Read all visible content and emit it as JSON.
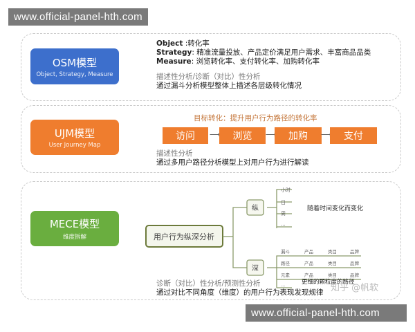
{
  "watermarks": {
    "top": "www.official-panel-hth.com",
    "bottom": "www.official-panel-hth.com",
    "zhihu": "知乎 @帆软"
  },
  "osm": {
    "title": "OSM模型",
    "subtitle": "Object, Strategy, Measure",
    "color": "#3d6fcc",
    "object_label": "Object",
    "object_value": ":转化率",
    "strategy_label": "Strategy",
    "strategy_value": ":  精准流量投放、产品定价满足用户需求、丰富商品品类",
    "measure_label": "Measure",
    "measure_value": ":  浏览转化率、支付转化率、加购转化率",
    "analysis": "描述性分析/诊断（对比）性分析",
    "desc": "通过漏斗分析模型整体上描述各层级转化情况"
  },
  "ujm": {
    "title": "UJM模型",
    "subtitle": "User Journey Map",
    "color": "#ef7d2e",
    "goal": "目标转化：提升用户行为路径的转化率",
    "steps": [
      "访问",
      "浏览",
      "加购",
      "支付"
    ],
    "analysis": "描述性分析",
    "desc": "通过多用户路径分析模型上对用户行为进行解读"
  },
  "mece": {
    "title": "MECE模型",
    "subtitle": "维度拆解",
    "color": "#6aae3f",
    "root": "用户行为纵深分析",
    "vertical": {
      "label": "纵",
      "items": [
        "小时",
        "日",
        "周",
        "..."
      ],
      "note": "随着时间变化而变化"
    },
    "deep": {
      "label": "深",
      "rows": [
        [
          "漏斗",
          "产品",
          "类目",
          "品牌"
        ],
        [
          "路径",
          "产品",
          "类目",
          "品牌"
        ],
        [
          "元素",
          "产品",
          "类目",
          "品牌"
        ]
      ],
      "more": "...",
      "note": "更细的颗粒度的路径"
    },
    "analysis": "诊断（对比）性分析/预测性分析",
    "desc": "通过对比不同角度（维度）的用户行为表现发现规律"
  }
}
